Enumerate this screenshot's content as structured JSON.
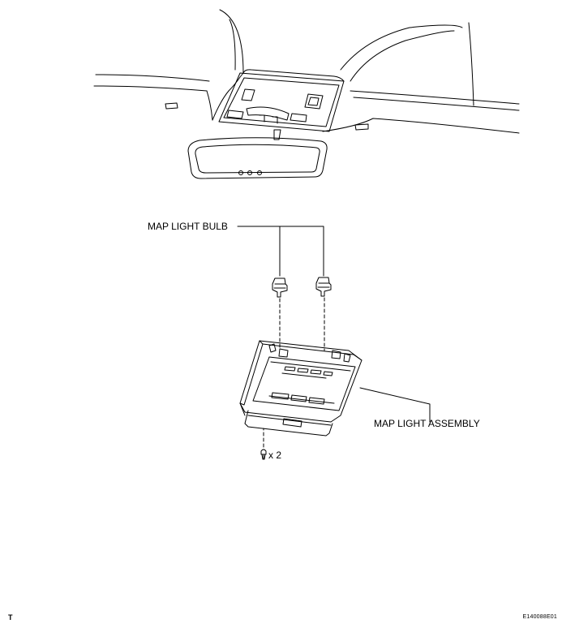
{
  "figure": {
    "labels": {
      "map_light_bulb": "MAP LIGHT BULB",
      "map_light_assembly": "MAP LIGHT ASSEMBLY",
      "screw_quantity": "x 2"
    },
    "figure_code": "E140088E01",
    "corner_mark": "T"
  }
}
